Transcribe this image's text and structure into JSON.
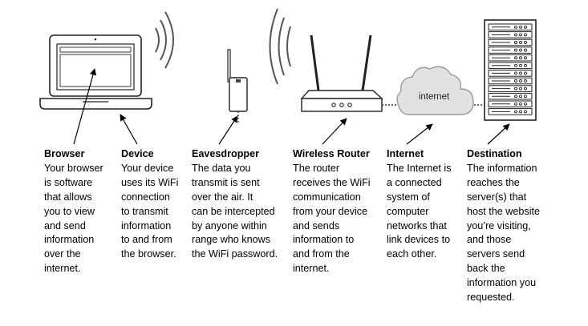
{
  "cloud_label": "internet",
  "columns": [
    {
      "title": "Browser",
      "body": "Your browser\nis software\nthat allows\nyou to view\nand send\ninformation\nover the\ninternet."
    },
    {
      "title": "Device",
      "body": "Your device\nuses its WiFi\nconnection\nto transmit\ninformation\nto and from\nthe browser."
    },
    {
      "title": "Eavesdropper",
      "body": "The data you\ntransmit is sent\nover the air. It\ncan be intercepted\nby anyone within\nrange who knows\nthe WiFi password."
    },
    {
      "title": "Wireless Router",
      "body": "The router\nreceives the WiFi\ncommunication\nfrom your device\nand sends\ninformation to\nand from the\ninternet."
    },
    {
      "title": "Internet",
      "body": "The Internet is\na connected\nsystem of\ncomputer\nnetworks that\nlink devices to\neach other."
    },
    {
      "title": "Destination",
      "body": "The information\nreaches the\nserver(s) that\nhost the website\nyou’re visiting,\nand those\nservers send\nback the\ninformation you\nrequested."
    }
  ]
}
